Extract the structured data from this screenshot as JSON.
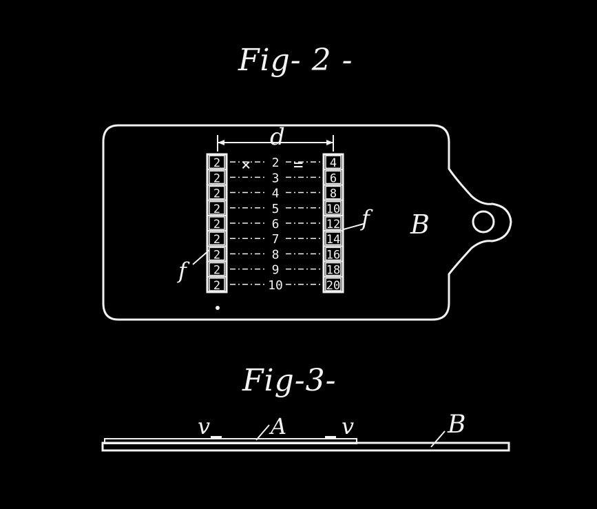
{
  "figure2": {
    "title": "Fig- 2 -",
    "labels": {
      "dimension": "d",
      "plate": "B",
      "strip_left": "f",
      "strip_right": "f"
    },
    "operators": {
      "times": "×",
      "equals": "="
    },
    "left_column": [
      "2",
      "2",
      "2",
      "2",
      "2",
      "2",
      "2",
      "2",
      "2"
    ],
    "middle_column": [
      "2",
      "3",
      "4",
      "5",
      "6",
      "7",
      "8",
      "9",
      "10"
    ],
    "right_column": [
      "4",
      "6",
      "8",
      "10",
      "12",
      "14",
      "16",
      "18",
      "20"
    ]
  },
  "figure3": {
    "title": "Fig-3-",
    "labels": {
      "pin_left": "v",
      "slider": "A",
      "pin_right": "v",
      "plate": "B"
    }
  }
}
